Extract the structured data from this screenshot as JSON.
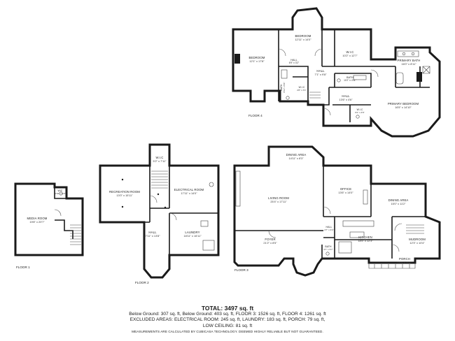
{
  "floors": {
    "floor1": {
      "label": "FLOOR 1",
      "rooms": [
        {
          "name": "MEDIA ROOM",
          "dims": "19'8\" x 20'7\""
        },
        {
          "name": "W/C",
          "dims": "2'10\" x 6'0\""
        }
      ]
    },
    "floor2": {
      "label": "FLOOR 2",
      "rooms": [
        {
          "name": "RECREATION ROOM",
          "dims": "13'0\" x 15'11\""
        },
        {
          "name": "W.I.C",
          "dims": "5'2\" x 7'11\""
        },
        {
          "name": "ELECTRICAL ROOM",
          "dims": "17'11\" x 14'0\""
        },
        {
          "name": "HALL",
          "dims": "7'11\" x 13'8\""
        },
        {
          "name": "LAUNDRY",
          "dims": "18'11\" x 16'11\""
        }
      ]
    },
    "floor3": {
      "label": "FLOOR 3",
      "rooms": [
        {
          "name": "DINING AREA",
          "dims": "14'11\" x 8'3\""
        },
        {
          "name": "LIVING ROOM",
          "dims": "25'4\" x 17'11\""
        },
        {
          "name": "OFFICE",
          "dims": "13'6\" x 14'0\""
        },
        {
          "name": "DINING AREA",
          "dims": "15'0\" x 11'2\""
        },
        {
          "name": "FOYER",
          "dims": "21'2\" x 8'5\""
        },
        {
          "name": "HALL",
          "dims": "4'7\" x 9'4\""
        },
        {
          "name": "KITCHEN",
          "dims": "18'5\" x 12'3\""
        },
        {
          "name": "BATH",
          "dims": "4'7\" x 5'7\""
        },
        {
          "name": "MUDROOM",
          "dims": "12'3\" x 10'4\""
        },
        {
          "name": "PORCH",
          "dims": "18'8\" x 3'11\""
        }
      ]
    },
    "floor4": {
      "label": "FLOOR 4",
      "rooms": [
        {
          "name": "BEDROOM",
          "dims": "12'11\" x 14'0\""
        },
        {
          "name": "W.I.C",
          "dims": "10'2\" x 12'7\""
        },
        {
          "name": "BEDROOM",
          "dims": "12'1\" x 17'8\""
        },
        {
          "name": "HALL",
          "dims": "6'9\" x 3'2\""
        },
        {
          "name": "HALL",
          "dims": "7'1\" x 9'8\""
        },
        {
          "name": "BATH",
          "dims": "10'2\" x 4'11\""
        },
        {
          "name": "PRIMARY BATH",
          "dims": "16'0\" x 8'11\""
        },
        {
          "name": "BATH",
          "dims": "8'11\" x 5'6\""
        },
        {
          "name": "W.I.C",
          "dims": "2'8\" x 3'1\""
        },
        {
          "name": "HALL",
          "dims": "13'6\" x 4'6\""
        },
        {
          "name": "PRIMARY BEDROOM",
          "dims": "16'5\" x 14'10\""
        },
        {
          "name": "W.I.C",
          "dims": "6'2\" x 4'6\""
        }
      ]
    }
  },
  "totals": {
    "title": "TOTAL: 3497 sq. ft",
    "line1": "Below Ground: 307 sq. ft, Below Ground: 403 sq. ft, FLOOR 3: 1526 sq. ft, FLOOR 4: 1261 sq. ft",
    "line2": "EXCLUDED AREAS: ELECTRICAL ROOM: 245 sq. ft, LAUNDRY: 183 sq. ft, PORCH: 79 sq. ft,",
    "line3": "LOW CEILING: 81 sq. ft"
  },
  "footnote": "MEASUREMENTS ARE CALCULATED BY CUBICASA TECHNOLOGY. DEEMED HIGHLY RELIABLE BUT NOT GUARANTEED."
}
